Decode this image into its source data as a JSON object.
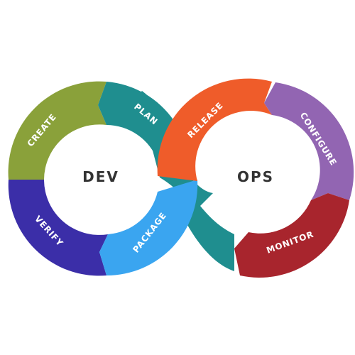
{
  "diagram": {
    "dev_label": "DEV",
    "ops_label": "OPS",
    "stages": [
      {
        "name": "create",
        "label": "CREATE",
        "color": "#8aa13a"
      },
      {
        "name": "plan",
        "label": "PLAN",
        "color": "#1f8e8f"
      },
      {
        "name": "package",
        "label": "PACKAGE",
        "color": "#3aa5f0"
      },
      {
        "name": "verify",
        "label": "VERIFY",
        "color": "#3b2ea8"
      },
      {
        "name": "release",
        "label": "RELEASE",
        "color": "#ef5c2a"
      },
      {
        "name": "configure",
        "label": "CONFIGURE",
        "color": "#9265b2"
      },
      {
        "name": "monitor",
        "label": "MONITOR",
        "color": "#a8252d"
      }
    ]
  }
}
